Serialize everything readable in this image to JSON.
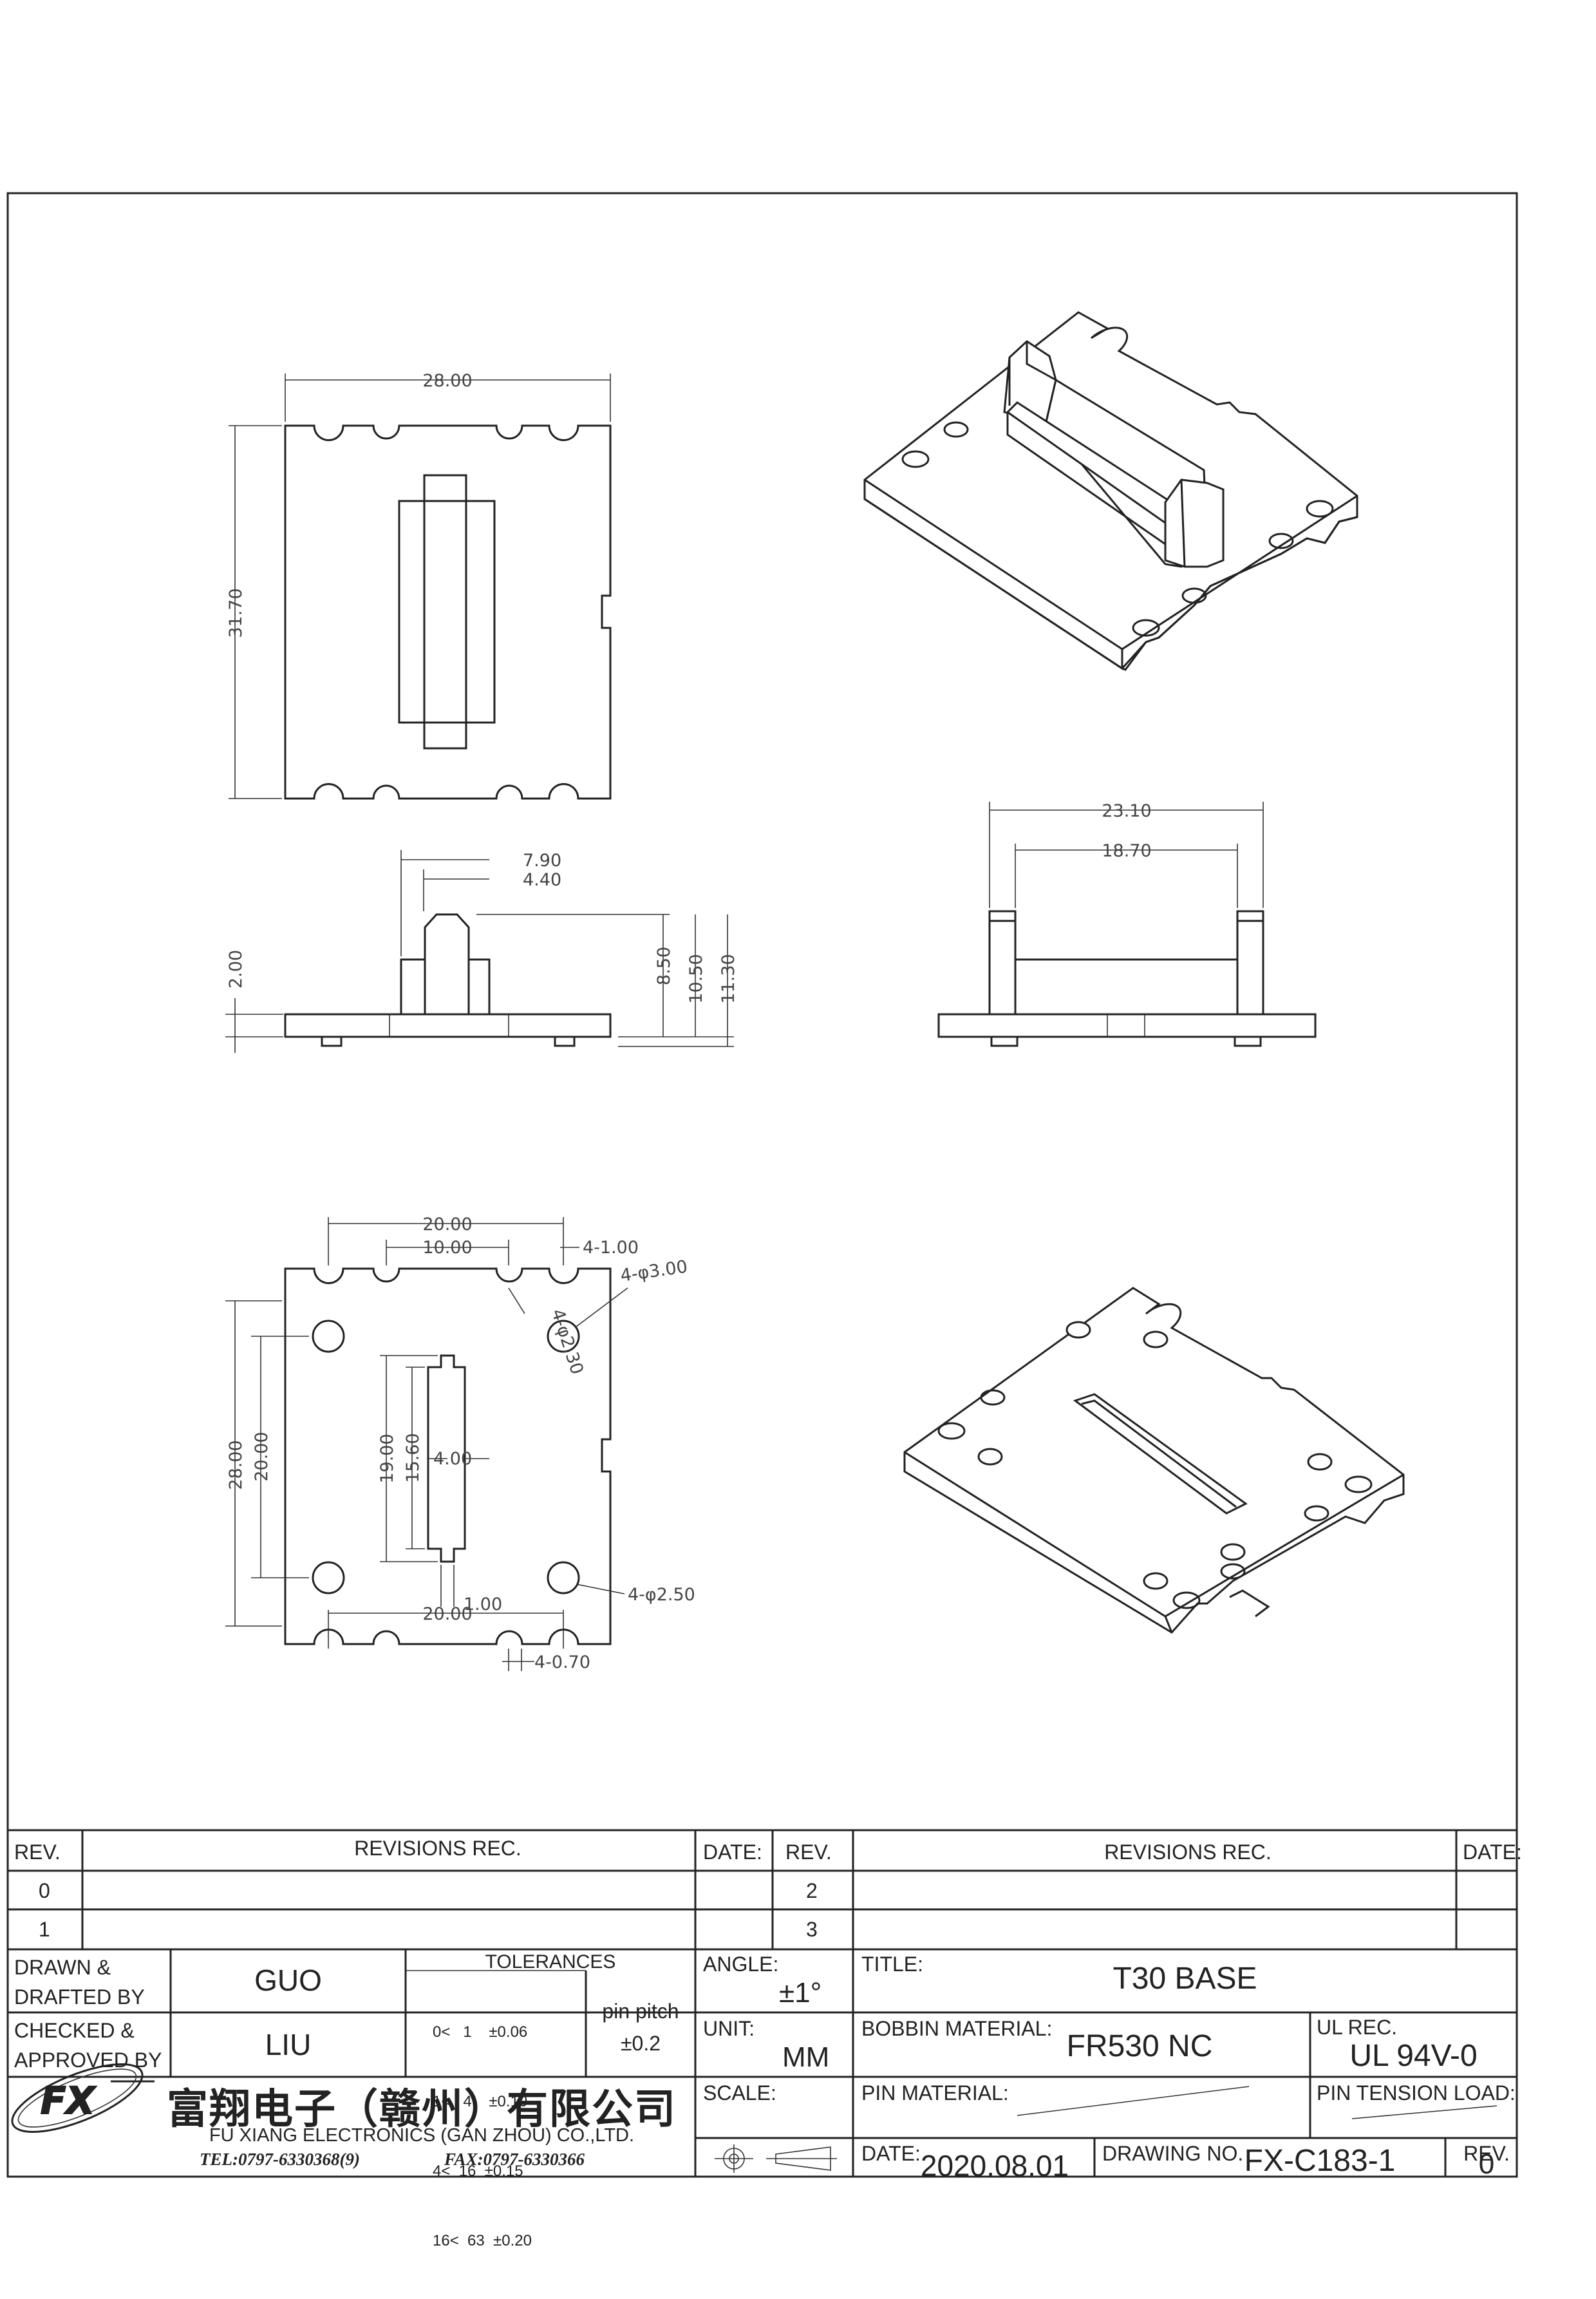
{
  "views": {
    "top": {
      "width": "28.00",
      "height": "31.70"
    },
    "side": {
      "d1": "7.90",
      "d2": "4.40",
      "d3": "8.50",
      "d4": "10.50",
      "d5": "11.30",
      "d6": "2.00"
    },
    "front": {
      "d1": "23.10",
      "d2": "18.70"
    },
    "bottom": {
      "d20a": "20.00",
      "d10": "10.00",
      "d4_100": "4-1.00",
      "d4_phi300": "4-φ3.00",
      "d4_phi230": "4-φ2.30",
      "d28": "28.00",
      "d20v": "20.00",
      "d19": "19.00",
      "d156": "15.60",
      "d4": "4.00",
      "d4_phi250": "4-φ2.50",
      "d20b": "20.00",
      "d1": "1.00",
      "d4_070": "4-0.70"
    }
  },
  "title_block": {
    "rev_header": "REV.",
    "revisions_rec": "REVISIONS  REC.",
    "date_header": "DATE:",
    "rev_header2": "REV.",
    "revisions_rec2": "REVISIONS  REC.",
    "date_header2": "DATE:",
    "rev0": "0",
    "rev1": "1",
    "rev2": "2",
    "rev3": "3",
    "drawn_label_1": "DRAWN &",
    "drawn_label_2": "DRAFTED BY",
    "drawn_value": "GUO",
    "checked_label_1": "CHECKED &",
    "checked_label_2": "APPROVED BY",
    "checked_value": "LIU",
    "tolerances": "TOLERANCES",
    "tol_rows": [
      "0<   1    ±0.06",
      "1<   4    ±0.10",
      "4<  16  ±0.15",
      "16<  63  ±0.20"
    ],
    "pin_pitch_label": "pin pitch",
    "pin_pitch_value": "±0.2",
    "angle_label": "ANGLE:",
    "angle_value": "±1°",
    "unit_label": "UNIT:",
    "unit_value": "MM",
    "scale_label": "SCALE:",
    "title_label": "TITLE:",
    "title_value": "T30  BASE",
    "bobbin_label": "BOBBIN  MATERIAL:",
    "bobbin_value": "FR530  NC",
    "ul_label": "UL  REC.",
    "ul_value": "UL  94V-0",
    "pin_material_label": "PIN  MATERIAL:",
    "pin_tension_label": "PIN  TENSION  LOAD:",
    "date_label": "DATE:",
    "date_value": "2020.08.01",
    "drawing_no_label": "DRAWING  NO.",
    "drawing_no_value": "FX-C183-1",
    "rev_label": "REV.",
    "rev_value": "0",
    "company_cn": "富翔电子（赣州）有限公司",
    "company_en": "FU XIANG ELECTRONICS (GAN ZHOU) CO.,LTD.",
    "tel": "TEL:0797-6330368(9)",
    "fax": "FAX:0797-6330366",
    "logo_text": "FX"
  }
}
